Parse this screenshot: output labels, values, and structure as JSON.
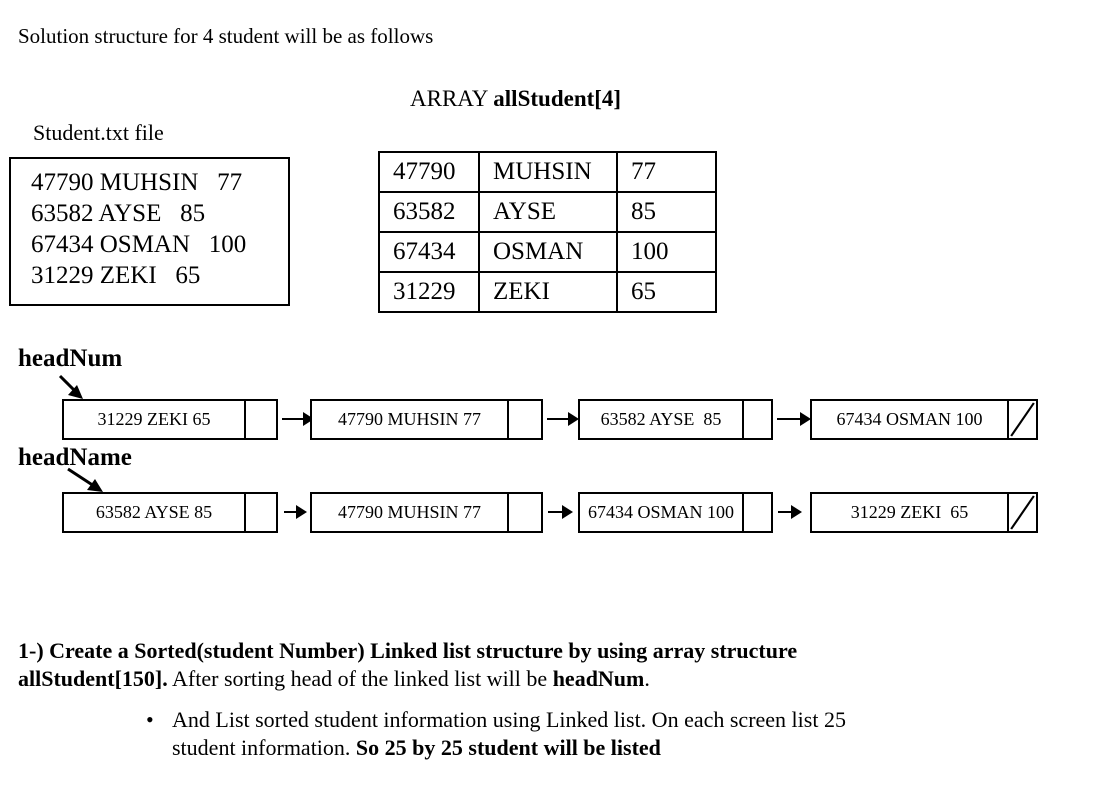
{
  "colors": {
    "ink": "#000000",
    "paper": "#ffffff"
  },
  "doc": {
    "title": "Solution structure for 4 student will be as follows"
  },
  "file_panel": {
    "label": "Student.txt file",
    "lines": [
      "47790 MUHSIN   77",
      "63582 AYSE   85",
      "67434 OSMAN   100",
      "31229 ZEKI   65"
    ]
  },
  "array_panel": {
    "heading_prefix": "ARRAY ",
    "heading_bold": "allStudent[4]",
    "rows": [
      {
        "num": "47790",
        "name": "MUHSIN",
        "grade": "77"
      },
      {
        "num": "63582",
        "name": "AYSE",
        "grade": "85"
      },
      {
        "num": "67434",
        "name": "OSMAN",
        "grade": "100"
      },
      {
        "num": "31229",
        "name": "ZEKI",
        "grade": "65"
      }
    ]
  },
  "lists": [
    {
      "label": "headNum",
      "nodes": [
        {
          "text": "31229 ZEKI 65",
          "is_null": false
        },
        {
          "text": "47790 MUHSIN 77",
          "is_null": false
        },
        {
          "text": "63582 AYSE  85",
          "is_null": false
        },
        {
          "text": "67434 OSMAN 100",
          "is_null": true
        }
      ]
    },
    {
      "label": "headName",
      "nodes": [
        {
          "text": "63582 AYSE 85",
          "is_null": false
        },
        {
          "text": "47790 MUHSIN 77",
          "is_null": false
        },
        {
          "text": "67434 OSMAN 100",
          "is_null": false
        },
        {
          "text": "31229 ZEKI  65",
          "is_null": true
        }
      ]
    }
  ],
  "question": {
    "line1_bold": "1-) Create a Sorted(student Number) Linked list structure by using array structure",
    "line2_bold1": "allStudent[150].",
    "line2_regular": " After sorting head of the linked list will be ",
    "line2_bold2": "headNum",
    "line2_period": ".",
    "bullet_char": "•",
    "bullet_line1": "And List sorted student information using Linked list. On each screen list 25",
    "bullet_line2_regular": "student information. ",
    "bullet_line2_bold": "So 25 by 25 student will be listed"
  }
}
